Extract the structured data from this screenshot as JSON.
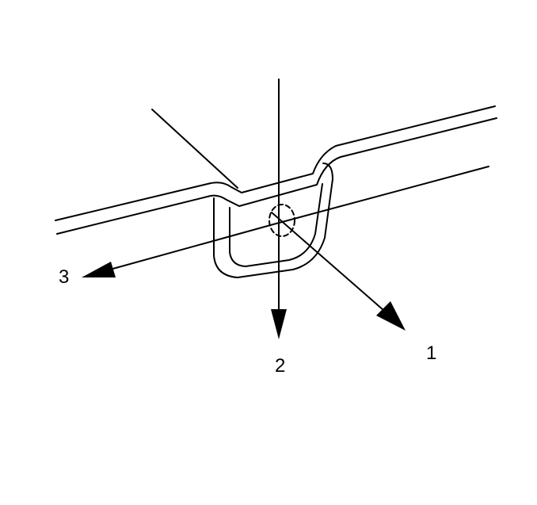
{
  "colors": {
    "background": "#ffffff",
    "line": "#000000"
  },
  "callouts": {
    "one": "1",
    "two": "2",
    "three": "3"
  }
}
